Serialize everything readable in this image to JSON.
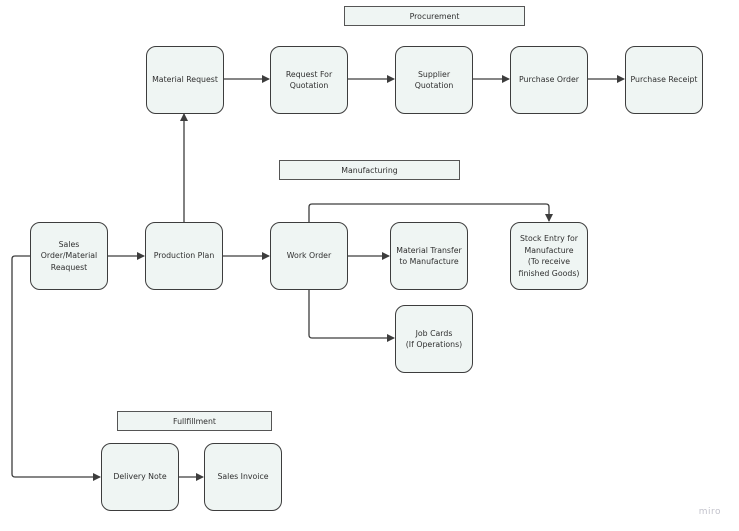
{
  "sections": {
    "procurement": "Procurement",
    "manufacturing": "Manufacturing",
    "fulfillment": "Fullfillment"
  },
  "nodes": {
    "material_request": "Material Request",
    "request_for_quotation": "Request For\nQuotation",
    "supplier_quotation": "Supplier\nQuotation",
    "purchase_order": "Purchase Order",
    "purchase_receipt": "Purchase Receipt",
    "sales_order": "Sales\nOrder/Material\nReaquest",
    "production_plan": "Production Plan",
    "work_order": "Work Order",
    "material_transfer": "Material Transfer\nto Manufacture",
    "stock_entry": "Stock Entry for\nManufacture\n(To receive\nfinished Goods)",
    "job_cards": "Job Cards\n(If Operations)",
    "delivery_note": "Delivery Note",
    "sales_invoice": "Sales Invoice"
  },
  "edges": [
    {
      "from": "material_request",
      "to": "request_for_quotation"
    },
    {
      "from": "request_for_quotation",
      "to": "supplier_quotation"
    },
    {
      "from": "supplier_quotation",
      "to": "purchase_order"
    },
    {
      "from": "purchase_order",
      "to": "purchase_receipt"
    },
    {
      "from": "sales_order",
      "to": "production_plan"
    },
    {
      "from": "production_plan",
      "to": "material_request"
    },
    {
      "from": "production_plan",
      "to": "work_order"
    },
    {
      "from": "work_order",
      "to": "material_transfer"
    },
    {
      "from": "work_order",
      "to": "stock_entry"
    },
    {
      "from": "work_order",
      "to": "job_cards"
    },
    {
      "from": "sales_order",
      "to": "delivery_note"
    },
    {
      "from": "delivery_note",
      "to": "sales_invoice"
    }
  ],
  "colors": {
    "node_fill": "#eff5f3",
    "stroke": "#3d3d3d"
  },
  "watermark": "miro"
}
